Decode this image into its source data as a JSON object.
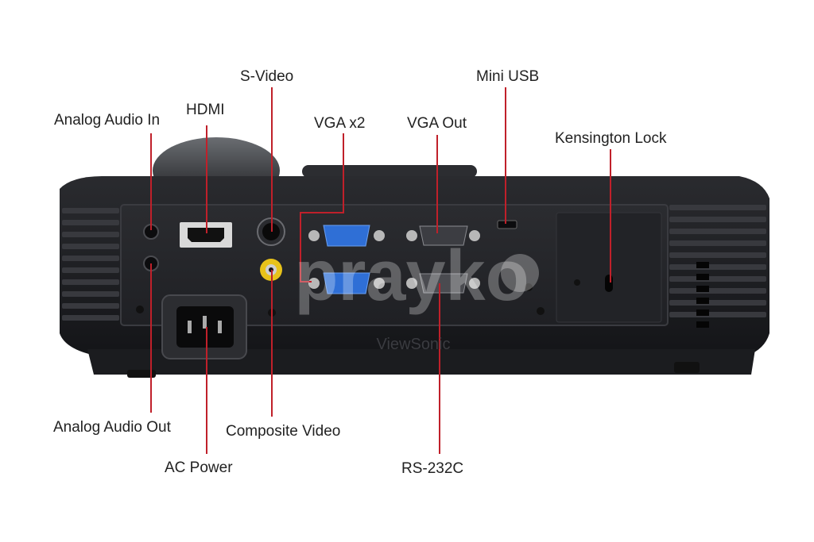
{
  "labels": {
    "analog_audio_in": "Analog Audio In",
    "hdmi": "HDMI",
    "s_video": "S-Video",
    "vga_x2": "VGA x2",
    "vga_out": "VGA Out",
    "mini_usb": "Mini USB",
    "kensington_lock": "Kensington Lock",
    "analog_audio_out": "Analog Audio Out",
    "composite_video": "Composite Video",
    "ac_power": "AC Power",
    "rs_232c": "RS-232C"
  },
  "watermark": "prayko",
  "brand_logo": "ViewSonic",
  "colors": {
    "leader_line": "#c0202a",
    "body": "#1c1d20",
    "vga_blue": "#2f6fd6"
  }
}
